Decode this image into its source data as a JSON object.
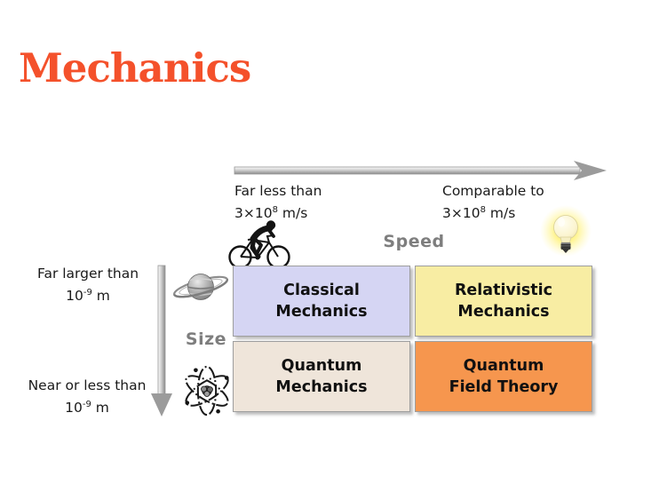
{
  "title": {
    "text": "Mechanics",
    "color": "#f4512b"
  },
  "speed_axis": {
    "label": "Speed",
    "low": {
      "line1": "Far less than",
      "base": "3×10",
      "exp": "8",
      "unit": " m/s"
    },
    "high": {
      "line1": "Comparable to",
      "base": "3×10",
      "exp": "8",
      "unit": " m/s"
    }
  },
  "size_axis": {
    "label": "Size",
    "large": {
      "line1": "Far larger than",
      "base": "10",
      "exp": "-9",
      "unit": " m"
    },
    "small": {
      "line1": "Near or less than",
      "base": "10",
      "exp": "-9",
      "unit": " m"
    }
  },
  "matrix": {
    "rows": [
      "large-size",
      "small-size"
    ],
    "cols": [
      "low-speed",
      "high-speed"
    ],
    "cells": [
      {
        "id": "classical-mechanics",
        "line1": "Classical",
        "line2": "Mechanics",
        "bg": "#d5d5f3"
      },
      {
        "id": "relativistic-mechanics",
        "line1": "Relativistic",
        "line2": "Mechanics",
        "bg": "#f8eda3"
      },
      {
        "id": "quantum-mechanics",
        "line1": "Quantum",
        "line2": "Mechanics",
        "bg": "#efe5da"
      },
      {
        "id": "quantum-field-theory",
        "line1": "Quantum",
        "line2": "Field Theory",
        "bg": "#f6964e"
      }
    ]
  },
  "icons": {
    "bicycle": "cyclist-silhouette",
    "lightbulb": "glowing-lightbulb",
    "saturn": "saturn-planet",
    "atom": "atom-symbol"
  },
  "colors": {
    "axis_label_gray": "#7e7e7e",
    "arrow_gray": "#9b9b9b",
    "cell_border": "#9e9e9e",
    "text": "#111111"
  }
}
